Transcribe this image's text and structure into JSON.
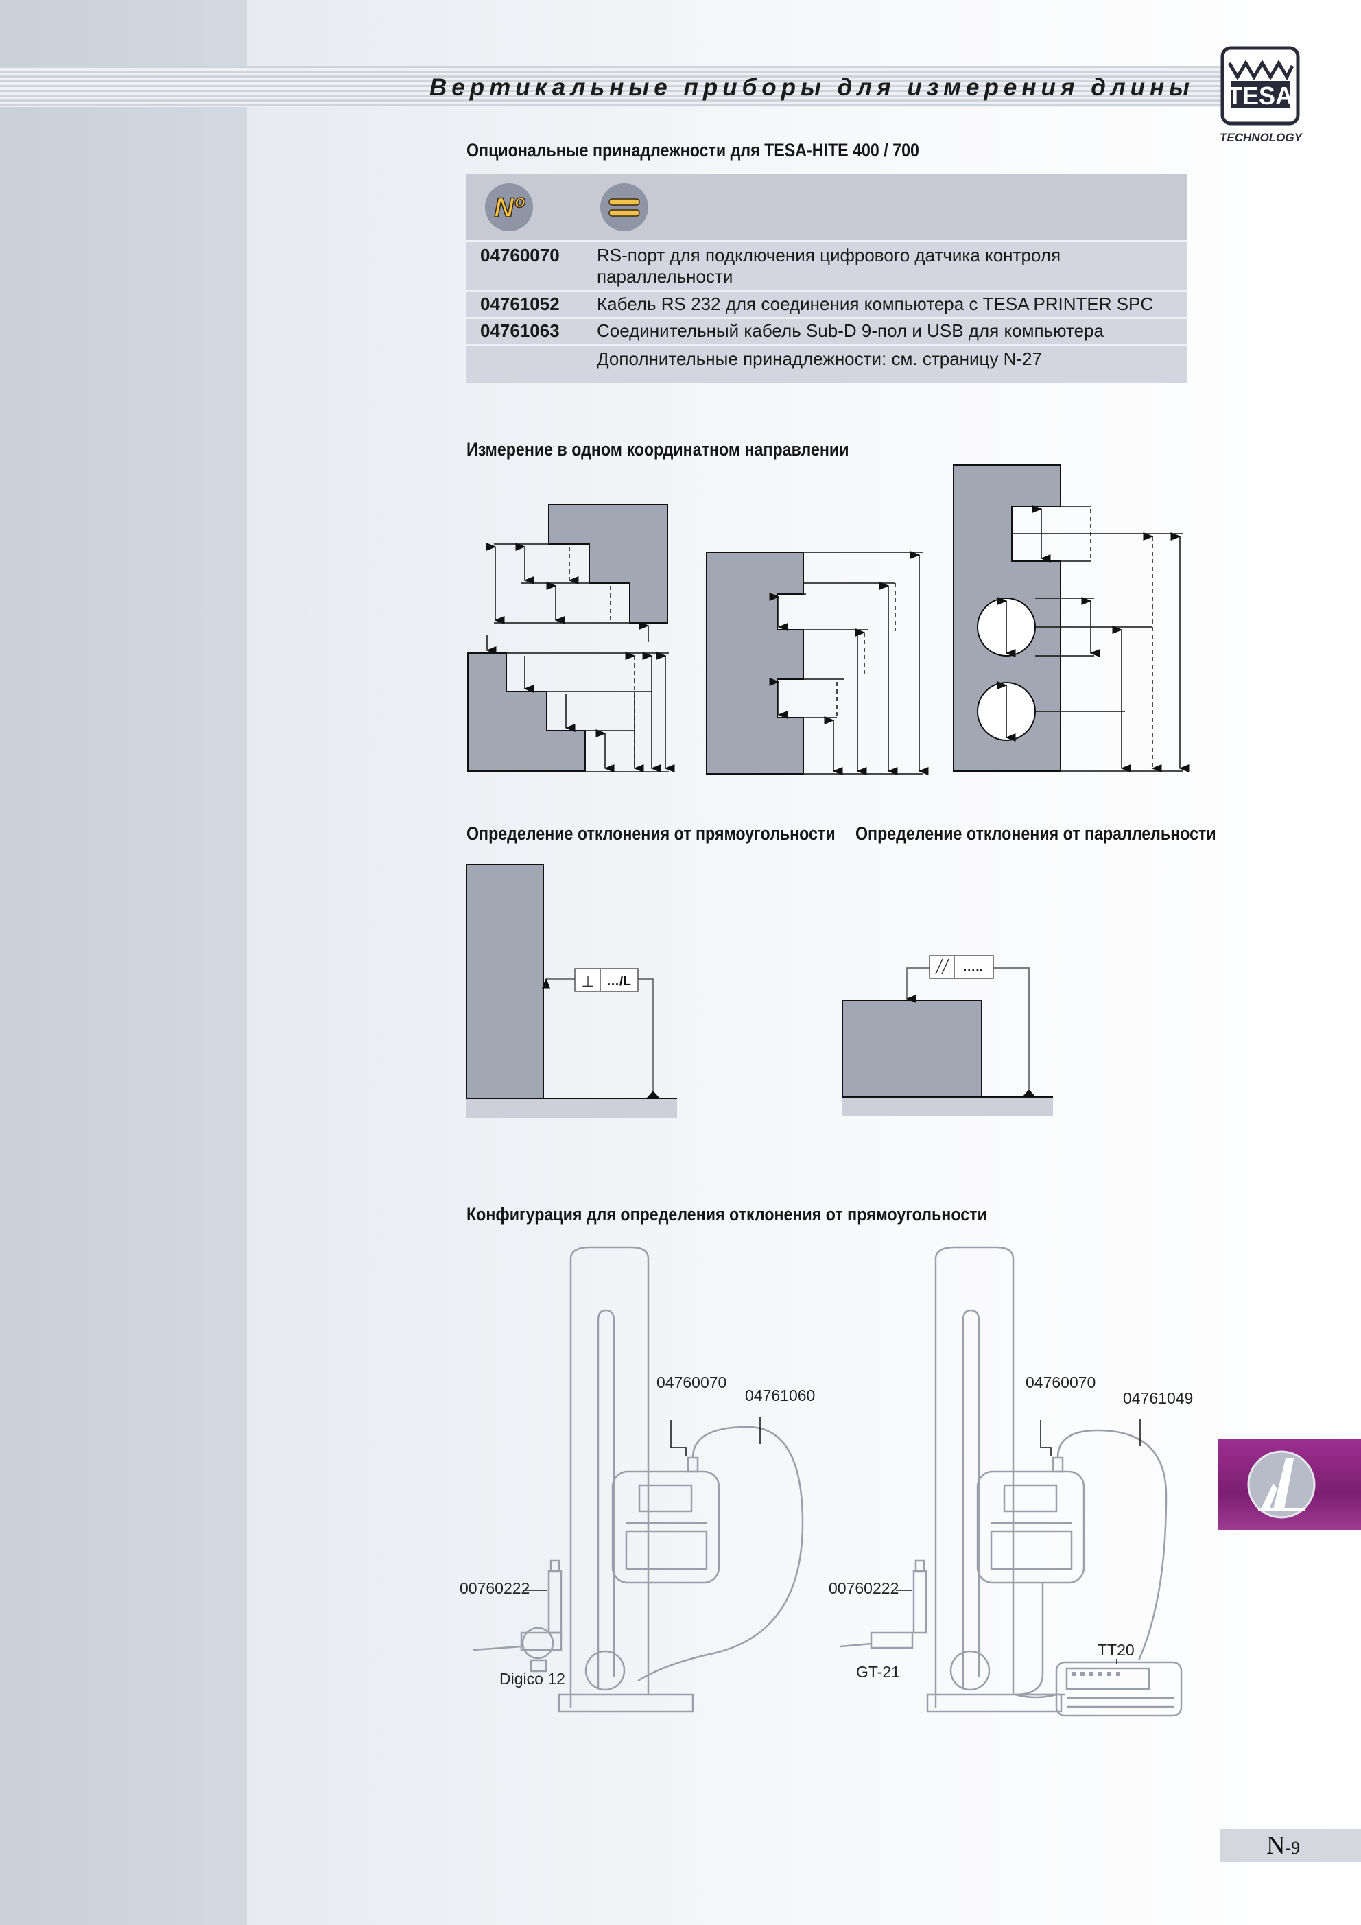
{
  "header": {
    "title": "Вертикальные приборы для измерения длины"
  },
  "logo": {
    "brand": "TESA",
    "sub": "TECHNOLOGY"
  },
  "accessories": {
    "heading": "Опциональные принадлежности для TESA-HITE 400 / 700",
    "col_icon_1": "Nº",
    "rows": [
      {
        "code": "04760070",
        "desc": "RS-порт для подключения цифрового датчика контроля параллельности"
      },
      {
        "code": "04761052",
        "desc": "Кабель RS 232 для соединения компьютера с TESA PRINTER SPC"
      },
      {
        "code": "04761063",
        "desc": "Соединительный кабель Sub-D 9-пол и USB для компьютера"
      },
      {
        "code": "",
        "desc": "Дополнительные принадлежности: см. страницу N-27"
      }
    ]
  },
  "sections": {
    "single_direction": "Измерение в одном координатном направлении",
    "squareness": "Определение отклонения от прямоугольности",
    "parallelism": "Определение отклонения от параллельности",
    "configuration": "Конфигурация для определения отклонения от прямоугольности"
  },
  "symbols": {
    "squareness_value": "…/L",
    "parallelism_value": "….."
  },
  "configuration_labels": {
    "left_port": "04760070",
    "left_cable": "04761060",
    "left_holder": "00760222",
    "left_probe": "Digico 12",
    "right_port": "04760070",
    "right_cable": "04761049",
    "right_holder": "00760222",
    "right_probe": "GT-21",
    "right_device": "TT20"
  },
  "page": {
    "letter": "N",
    "number": "-9"
  },
  "colors": {
    "accent": "#8c2a82",
    "part_fill": "#a3a7b3",
    "table_bg": "#d3d6de"
  }
}
